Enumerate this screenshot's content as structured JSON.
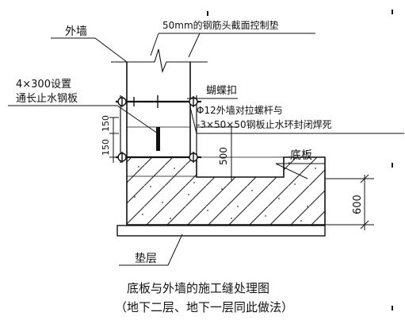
{
  "labels": {
    "outer_wall": "外墙",
    "rebar_spacer": "50mm的钢筋头截面控制垫",
    "waterstop_line1": "4×300设置",
    "waterstop_line2": "通长止水钢板",
    "butterfly_clip": "蝴蝶扣",
    "tie_bolt_line1": "Φ12外墙对拉螺杆与",
    "tie_bolt_line2": "-3×50×50钢板止水环封闭焊死",
    "bottom_slab": "底板",
    "cushion_layer": "垫层"
  },
  "dimensions": {
    "d150_top": "150",
    "d150_bottom": "150",
    "d500": "500",
    "d600": "600"
  },
  "caption": {
    "title": "底板与外墙的施工缝处理图",
    "subtitle": "（地下二层、地下一层同此做法）"
  }
}
